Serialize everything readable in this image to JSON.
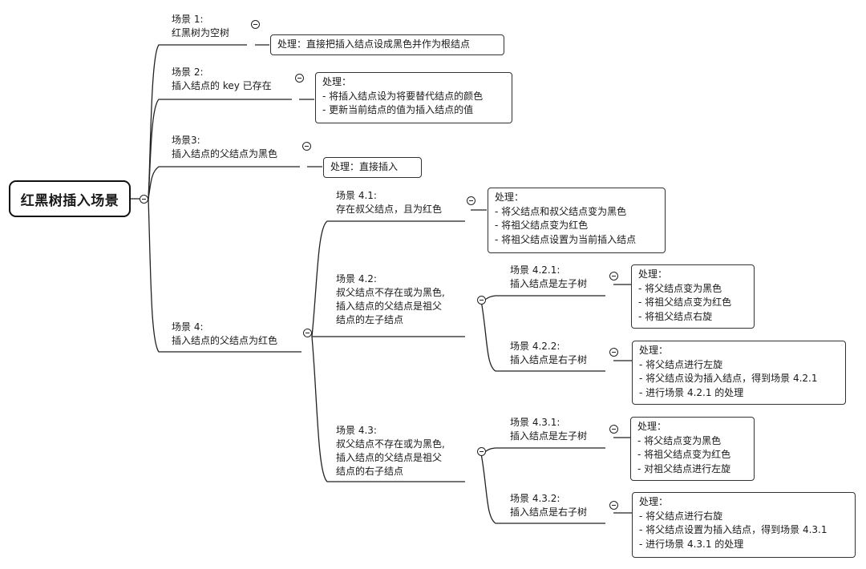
{
  "root": {
    "label": "红黑树插入场景"
  },
  "topics": {
    "s1": "场景 1:\n红黑树为空树",
    "s2": "场景 2:\n插入结点的 key 已存在",
    "s3": "场景3:\n插入结点的父结点为黑色",
    "s4": "场景 4:\n插入结点的父结点为红色",
    "s41": "场景 4.1:\n存在叔父结点，且为红色",
    "s42": "场景 4.2:\n叔父结点不存在或为黑色,\n插入结点的父结点是祖父\n结点的左子结点",
    "s43": "场景 4.3:\n叔父结点不存在或为黑色,\n插入结点的父结点是祖父\n结点的右子结点",
    "s421": "场景 4.2.1:\n插入结点是左子树",
    "s422": "场景 4.2.2:\n插入结点是右子树",
    "s431": "场景 4.3.1:\n插入结点是左子树",
    "s432": "场景 4.3.2:\n插入结点是右子树"
  },
  "handling": {
    "h1": "处理：直接把插入结点设成黑色并作为根结点",
    "h2": "处理：\n- 将插入结点设为将要替代结点的颜色\n- 更新当前结点的值为插入结点的值",
    "h3": "处理：直接插入",
    "h41": "处理：\n- 将父结点和叔父结点变为黑色\n- 将祖父结点变为红色\n- 将祖父结点设置为当前插入结点",
    "h421": "处理：\n- 将父结点变为黑色\n- 将祖父结点变为红色\n- 将祖父结点右旋",
    "h422": "处理：\n- 将父结点进行左旋\n- 将父结点设为插入结点，得到场景 4.2.1\n- 进行场景 4.2.1 的处理",
    "h431": "处理：\n- 将父结点变为黑色\n- 将祖父结点变为红色\n- 对祖父结点进行左旋",
    "h432": "处理：\n- 将父结点进行右旋\n- 将父结点设置为插入结点，得到场景 4.3.1\n- 进行场景 4.3.1 的处理"
  }
}
